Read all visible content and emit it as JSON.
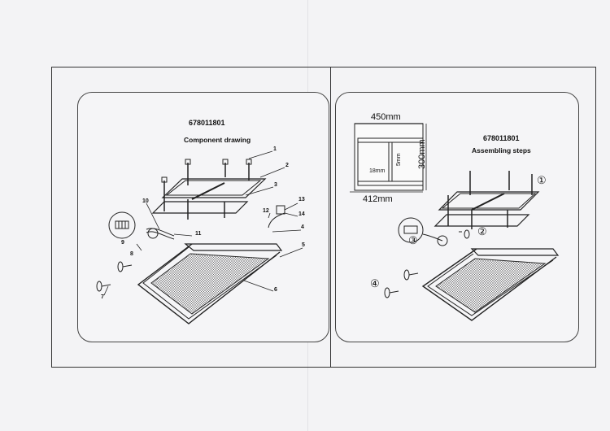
{
  "left_panel": {
    "model": "678011801",
    "title": "Component drawing",
    "callouts": [
      "1",
      "2",
      "3",
      "4",
      "5",
      "6",
      "7",
      "8",
      "9",
      "10",
      "11",
      "12",
      "13",
      "14"
    ]
  },
  "right_panel": {
    "model": "678011801",
    "title": "Assembling steps",
    "dimensions": {
      "width": "450mm",
      "height": "300mm",
      "inner_width": "412mm",
      "small_a": "18mm",
      "small_b": "5mm"
    },
    "steps": [
      "①",
      "②",
      "③",
      "④"
    ]
  }
}
